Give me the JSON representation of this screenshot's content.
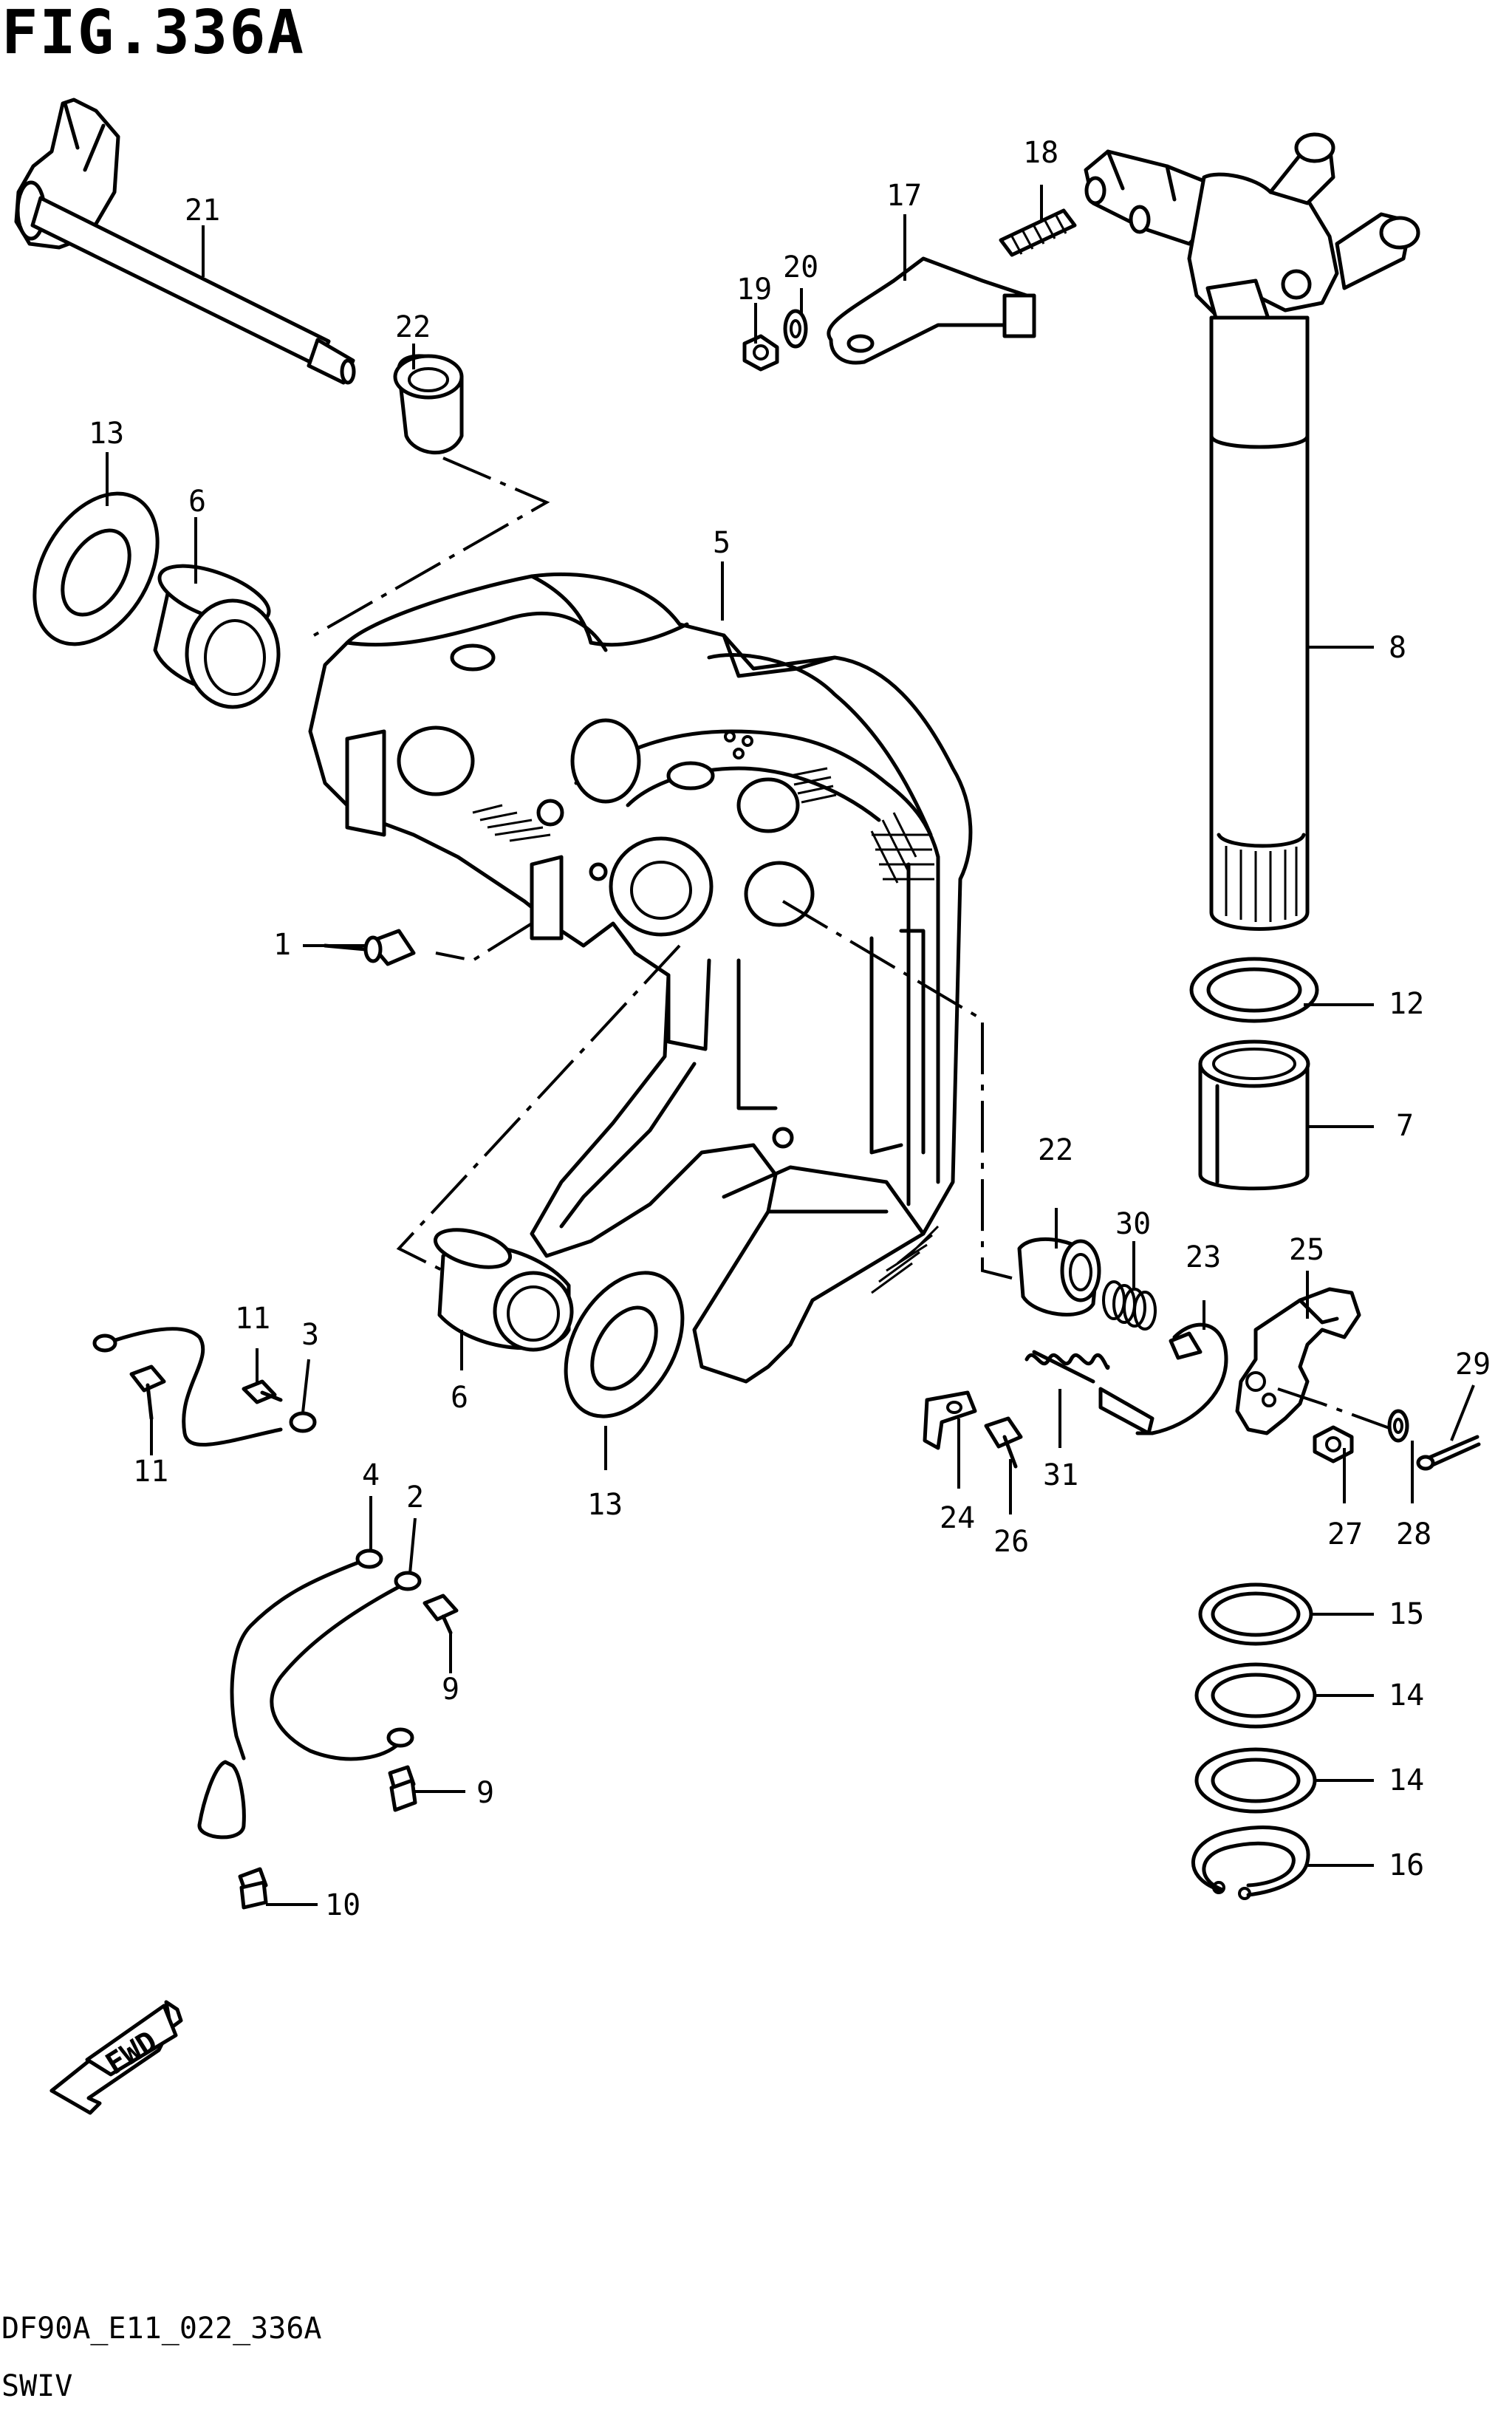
{
  "figure": {
    "title": "FIG.336A",
    "drawing_code": "DF90A_E11_022_336A",
    "section_name": "SWIV"
  },
  "direction_marker": {
    "label": "FWD",
    "icon": "forward-arrow-icon"
  },
  "callouts": [
    {
      "id": "c1",
      "text": "1"
    },
    {
      "id": "c2",
      "text": "2"
    },
    {
      "id": "c3",
      "text": "3"
    },
    {
      "id": "c4",
      "text": "4"
    },
    {
      "id": "c5",
      "text": "5"
    },
    {
      "id": "c6a",
      "text": "6"
    },
    {
      "id": "c6b",
      "text": "6"
    },
    {
      "id": "c7",
      "text": "7"
    },
    {
      "id": "c8",
      "text": "8"
    },
    {
      "id": "c9a",
      "text": "9"
    },
    {
      "id": "c9b",
      "text": "9"
    },
    {
      "id": "c10",
      "text": "10"
    },
    {
      "id": "c11a",
      "text": "11"
    },
    {
      "id": "c11b",
      "text": "11"
    },
    {
      "id": "c12",
      "text": "12"
    },
    {
      "id": "c13a",
      "text": "13"
    },
    {
      "id": "c13b",
      "text": "13"
    },
    {
      "id": "c14a",
      "text": "14"
    },
    {
      "id": "c14b",
      "text": "14"
    },
    {
      "id": "c15",
      "text": "15"
    },
    {
      "id": "c16",
      "text": "16"
    },
    {
      "id": "c17",
      "text": "17"
    },
    {
      "id": "c18",
      "text": "18"
    },
    {
      "id": "c19",
      "text": "19"
    },
    {
      "id": "c20",
      "text": "20"
    },
    {
      "id": "c21",
      "text": "21"
    },
    {
      "id": "c22a",
      "text": "22"
    },
    {
      "id": "c22b",
      "text": "22"
    },
    {
      "id": "c23",
      "text": "23"
    },
    {
      "id": "c24",
      "text": "24"
    },
    {
      "id": "c25",
      "text": "25"
    },
    {
      "id": "c26",
      "text": "26"
    },
    {
      "id": "c27",
      "text": "27"
    },
    {
      "id": "c28",
      "text": "28"
    },
    {
      "id": "c29",
      "text": "29"
    },
    {
      "id": "c30",
      "text": "30"
    },
    {
      "id": "c31",
      "text": "31"
    }
  ]
}
